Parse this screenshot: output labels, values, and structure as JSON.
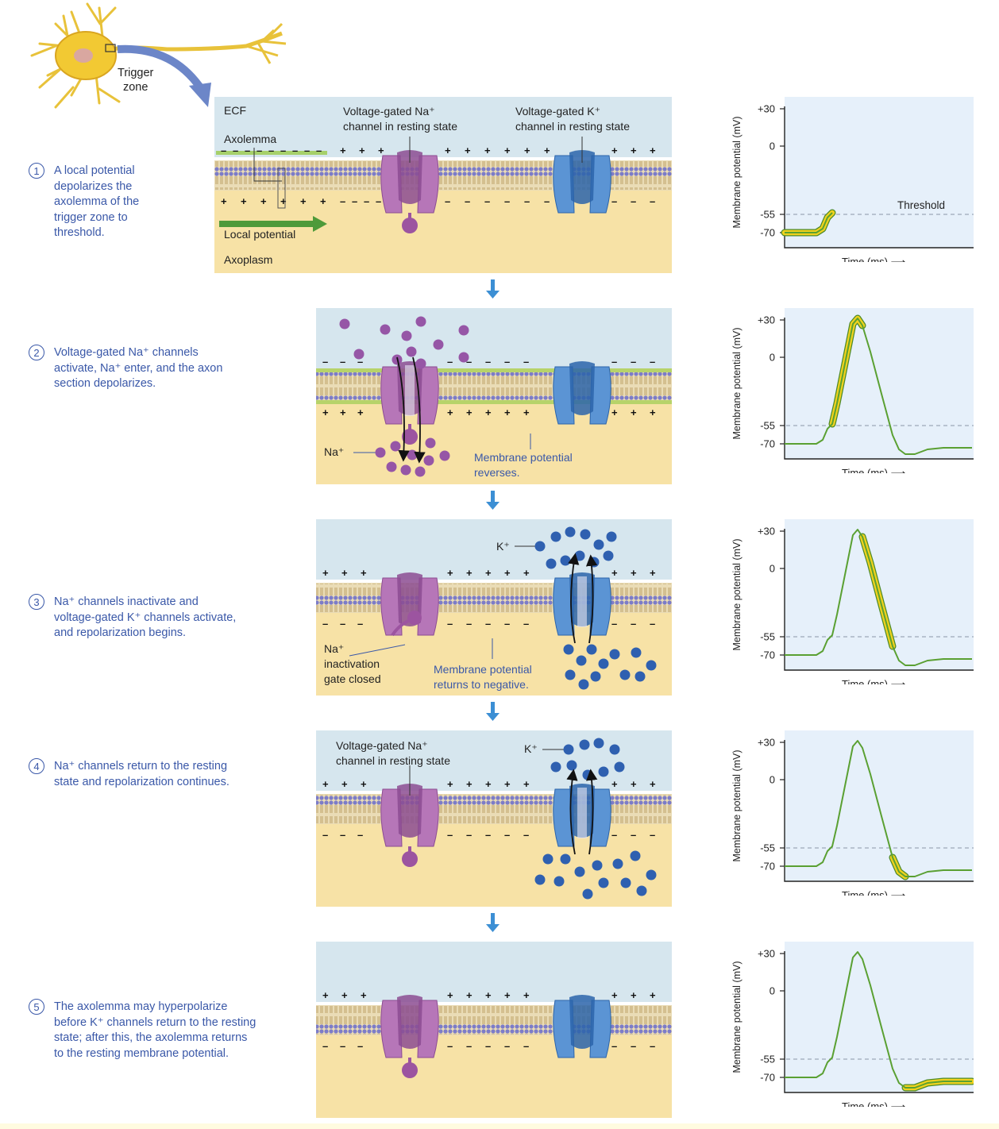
{
  "trigger_zone_label": "Trigger\nzone",
  "panel1": {
    "ecf": "ECF",
    "axolemma": "Axolemma",
    "na_channel": "Voltage-gated Na⁺\nchannel in resting state",
    "k_channel": "Voltage-gated K⁺\nchannel in resting state",
    "local_potential": "Local potential",
    "axoplasm": "Axoplasm"
  },
  "panel2": {
    "na_ion": "Na⁺",
    "membrane_reverses": "Membrane potential\nreverses."
  },
  "panel3": {
    "k_ion": "K⁺",
    "na_inactivation": "Na⁺\ninactivation\ngate closed",
    "membrane_negative": "Membrane potential\nreturns to negative."
  },
  "panel4": {
    "na_channel": "Voltage-gated Na⁺\nchannel in resting state",
    "k_ion": "K⁺"
  },
  "steps": [
    {
      "num": "1",
      "text": "A local potential\ndepolarizes the\naxolemma of the\ntrigger zone to\nthreshold."
    },
    {
      "num": "2",
      "text": "Voltage-gated Na⁺ channels\nactivate, Na⁺ enter, and the axon\nsection depolarizes."
    },
    {
      "num": "3",
      "text": "Na⁺ channels inactivate and\nvoltage-gated K⁺ channels activate,\nand repolarization begins."
    },
    {
      "num": "4",
      "text": "Na⁺ channels return to the resting\nstate and repolarization continues."
    },
    {
      "num": "5",
      "text": "The axolemma may hyperpolarize\nbefore K⁺ channels return to the resting\nstate; after this, the axolemma returns\nto the resting membrane potential."
    }
  ],
  "graph": {
    "y_axis_label": "Membrane potential (mV)",
    "x_axis_label": "Time (ms) ⟶",
    "threshold_label": "Threshold",
    "ticks": [
      "+30",
      "0",
      "-55",
      "-70"
    ]
  },
  "colors": {
    "ecf": "#d6e6ee",
    "axoplasm": "#f7e2a6",
    "na_channel": "#b676b8",
    "k_channel": "#5b94d4",
    "trace": "#5aa032",
    "highlight": "#f0d21e",
    "step_text": "#3a58a8",
    "graph_bg": "#e6f0fa"
  }
}
